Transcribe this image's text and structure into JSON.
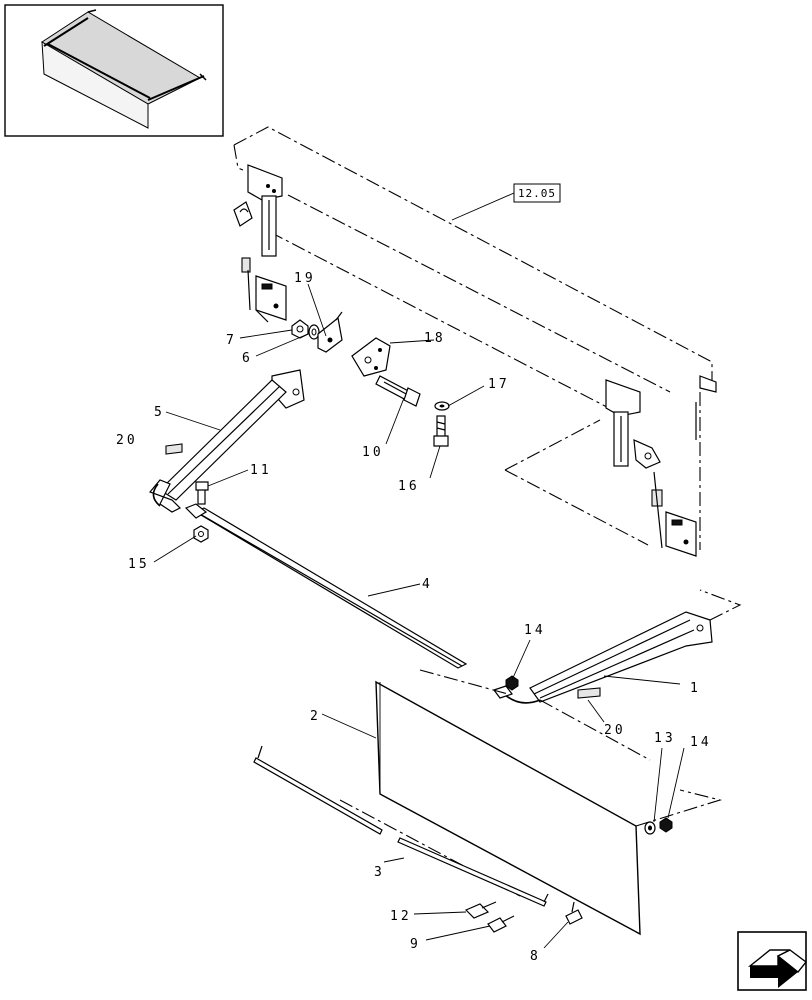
{
  "reference": {
    "label": "12.05"
  },
  "callouts": {
    "c1": "1",
    "c2": "2",
    "c3": "3",
    "c4": "4",
    "c5": "5",
    "c6": "6",
    "c7": "7",
    "c8": "8",
    "c9": "9",
    "c10": "10",
    "c11": "11",
    "c12": "12",
    "c13": "13",
    "c14a": "14",
    "c14b": "14",
    "c15": "15",
    "c16": "16",
    "c17": "17",
    "c18": "18",
    "c19": "19",
    "c20a": "20",
    "c20b": "20"
  },
  "icons": {
    "nav": "next-page-arrow-icon"
  }
}
